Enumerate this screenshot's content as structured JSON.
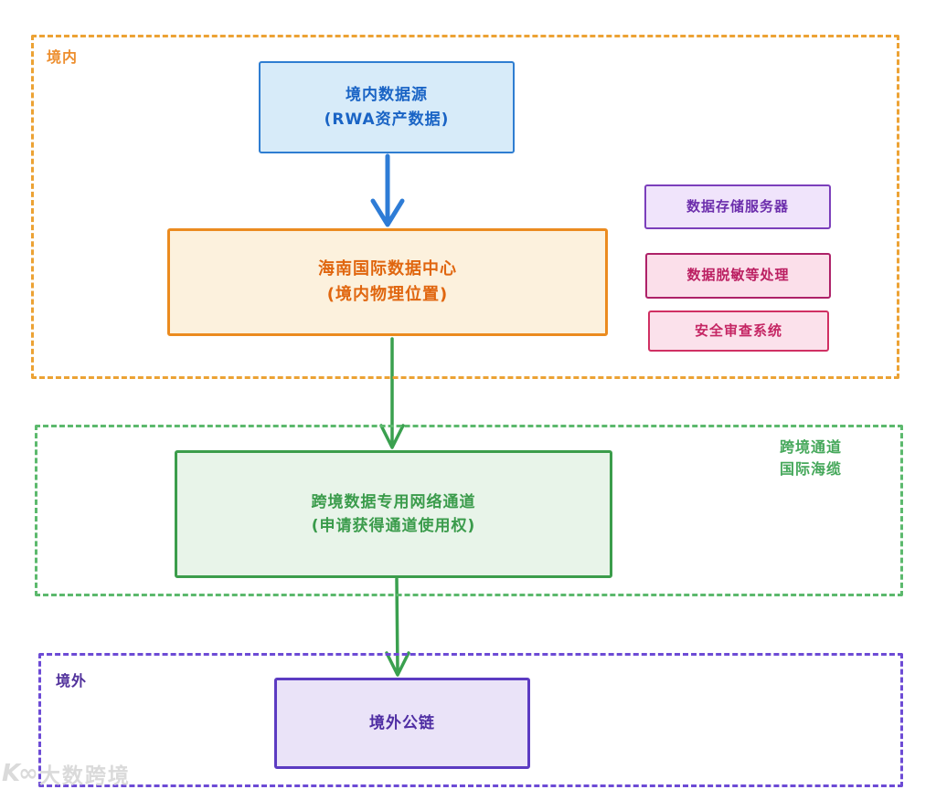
{
  "diagram": {
    "regions": {
      "domestic": {
        "label": "境内",
        "border_color": "#ECA234",
        "label_color": "#ED8E2E"
      },
      "channel": {
        "label_line1": "跨境通道",
        "label_line2": "国际海缆",
        "border_color": "#5CB96D",
        "label_color": "#46A85B"
      },
      "overseas": {
        "label": "境外",
        "border_color": "#6D4BD5",
        "label_color": "#50309B"
      }
    },
    "nodes": {
      "domestic_source": {
        "line1": "境内数据源",
        "line2": "(RWA资产数据)",
        "border": "#2E7DD1",
        "fill": "#D7EBF9",
        "text": "#1A64C5"
      },
      "hainan_idc": {
        "line1": "海南国际数据中心",
        "line2": "(境内物理位置)",
        "border": "#EB8B1F",
        "fill": "#FCF1DD",
        "text": "#E0660F"
      },
      "storage_server": {
        "label": "数据存储服务器",
        "border": "#7B3FBB",
        "fill": "#F0E4FB",
        "text": "#6C2EAC"
      },
      "data_masking": {
        "label": "数据脱敏等处理",
        "border": "#AE2168",
        "fill": "#FBDFEA",
        "text": "#BB1F61"
      },
      "security_review": {
        "label": "安全审查系统",
        "border": "#D03063",
        "fill": "#FBE1EB",
        "text": "#C52664"
      },
      "cross_border_channel": {
        "line1": "跨境数据专用网络通道",
        "line2": "(申请获得通道使用权)",
        "border": "#3B9D4B",
        "fill": "#E8F4E9",
        "text": "#3A9B4B"
      },
      "overseas_chain": {
        "label": "境外公链",
        "border": "#5C3BC2",
        "fill": "#EAE3F8",
        "text": "#4F2EA3"
      }
    },
    "arrows": {
      "blue_color": "#2E7CD6",
      "green_color": "#3AA04F"
    },
    "watermark": {
      "logo_glyph": "K∞",
      "text": "大数跨境",
      "color": "#DADADA"
    }
  }
}
